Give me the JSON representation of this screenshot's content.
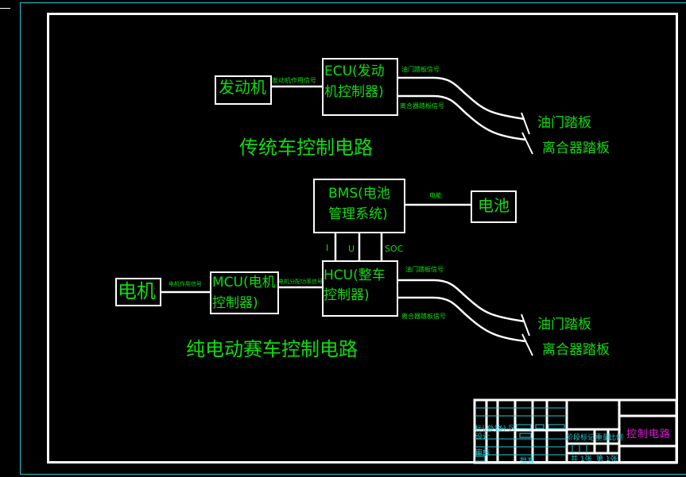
{
  "traditional": {
    "title": "传统车控制电路",
    "engine": "发动机",
    "engine_signal": "发动机作用信号",
    "ecu_line1": "ECU(发动",
    "ecu_line2": "机控制器)",
    "throttle_signal": "油门踏板信号",
    "clutch_signal": "离合器踏板信号",
    "throttle_pedal": "油门踏板",
    "clutch_pedal": "离合器踏板"
  },
  "electric": {
    "title": "纯电动赛车控制电路",
    "bms_line1": "BMS(电池",
    "bms_line2": "管理系统)",
    "battery": "电池",
    "energy_label": "电能",
    "bus_labels": [
      "I",
      "U",
      "SOC"
    ],
    "motor": "电机",
    "motor_signal": "电机作用信号",
    "mcu_line1": "MCU(电机",
    "mcu_line2": "控制器)",
    "mcu_signal": "电机分配功率信号",
    "hcu_line1": "HCU(整车",
    "hcu_line2": "控制器)",
    "throttle_signal": "油门踏板信号",
    "clutch_signal": "离合器踏板信号",
    "throttle_pedal": "油门踏板",
    "clutch_pedal": "离合器踏板"
  },
  "title_block": {
    "drawing_name": "控制电路",
    "row_labels": [
      "标记",
      "处数",
      "分  区"
    ],
    "design": "设计",
    "review": "审核",
    "approve": "批准",
    "stage_mark": "阶段标记",
    "weight": "重量",
    "scale": "比例",
    "sheets_total": "共  1张",
    "sheet_no": "第  1张"
  },
  "colors": {
    "text": "#0fdc0f",
    "lines": "#ffffff",
    "frame": "#28c8d2",
    "title_block_title": "#e018d8"
  }
}
